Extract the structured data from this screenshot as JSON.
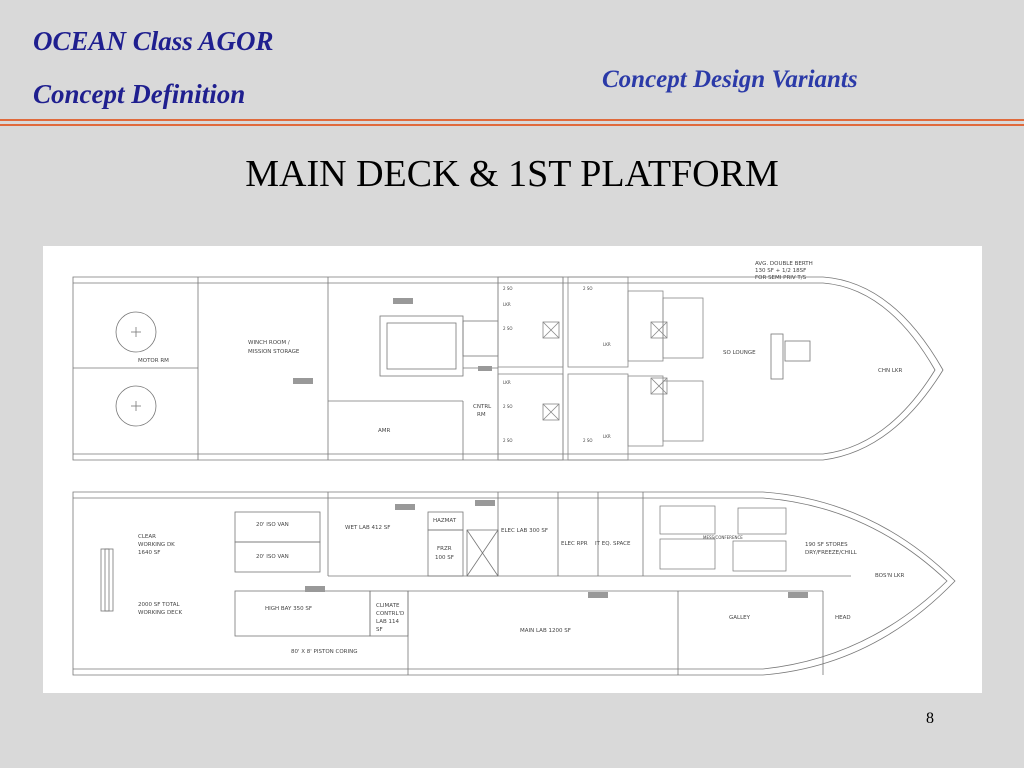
{
  "header": {
    "line1": "OCEAN Class AGOR",
    "line2": "Concept Definition",
    "subtitle": "Concept Design Variants"
  },
  "slide_title": "MAIN DECK & 1ST PLATFORM",
  "page_number": "8",
  "colors": {
    "header_text": "#1f1f8f",
    "rule": "#e06a3c",
    "background": "#d9d9d9"
  },
  "drawing": {
    "upper_deck": {
      "motor_rm": "MOTOR RM",
      "winch_room_1": "WINCH ROOM /",
      "winch_room_2": "MISSION STORAGE",
      "amr": "AMR",
      "cntrl_1": "CNTRL",
      "cntrl_2": "RM",
      "lounge": "SO LOUNGE",
      "chn_lkr": "CHN LKR",
      "berth_note_1": "AVG. DOUBLE BERTH",
      "berth_note_2": "130 SF + 1/2 18SF",
      "berth_note_3": "FOR SEMI PRIV T/S",
      "two_so": "2 SO",
      "lkr": "LKR"
    },
    "lower_deck": {
      "clear_1": "CLEAR",
      "clear_2": "WORKING DK",
      "clear_3": "1640 SF",
      "total_1": "2000 SF TOTAL",
      "total_2": "WORKING DECK",
      "iso_van_1": "20' ISO VAN",
      "iso_van_2": "20' ISO VAN",
      "high_bay": "HIGH BAY 350 SF",
      "piston": "80' X 8' PISTON CORING",
      "wet_lab": "WET LAB 412 SF",
      "hazmat": "HAZMAT",
      "frzr_1": "FRZR",
      "frzr_2": "100 SF",
      "elec_lab": "ELEC LAB 300 SF",
      "elec_rpr": "ELEC RPR",
      "it_eq": "IT EQ. SPACE",
      "mess": "MESS/CONFERENCE",
      "stores_1": "190 SF STORES",
      "stores_2": "DRY/FREEZE/CHILL",
      "bosn": "BOS'N LKR",
      "climate_1": "CLIMATE",
      "climate_2": "CONTRL'D",
      "climate_3": "LAB 114",
      "climate_4": "SF",
      "main_lab": "MAIN LAB 1200 SF",
      "galley": "GALLEY",
      "head": "HEAD"
    }
  }
}
